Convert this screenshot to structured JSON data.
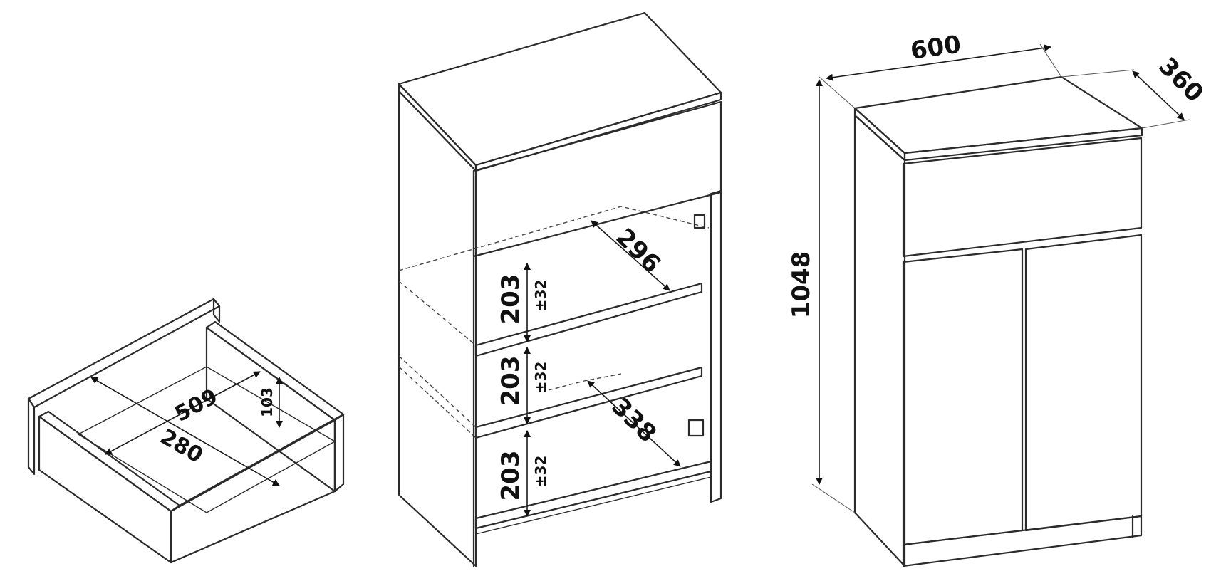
{
  "drawer": {
    "depth": "509",
    "width": "280",
    "height": "103"
  },
  "open_cabinet": {
    "shelf_depth_upper": "296",
    "shelf_depth_lower": "338",
    "compartment_height_1": "203",
    "compartment_height_2": "203",
    "compartment_height_3": "203",
    "adjust_1": "±32",
    "adjust_2": "±32",
    "adjust_3": "±32"
  },
  "closed_cabinet": {
    "width": "600",
    "depth": "360",
    "height": "1048"
  },
  "colors": {
    "line": "#2b2b2b",
    "background": "#ffffff"
  }
}
